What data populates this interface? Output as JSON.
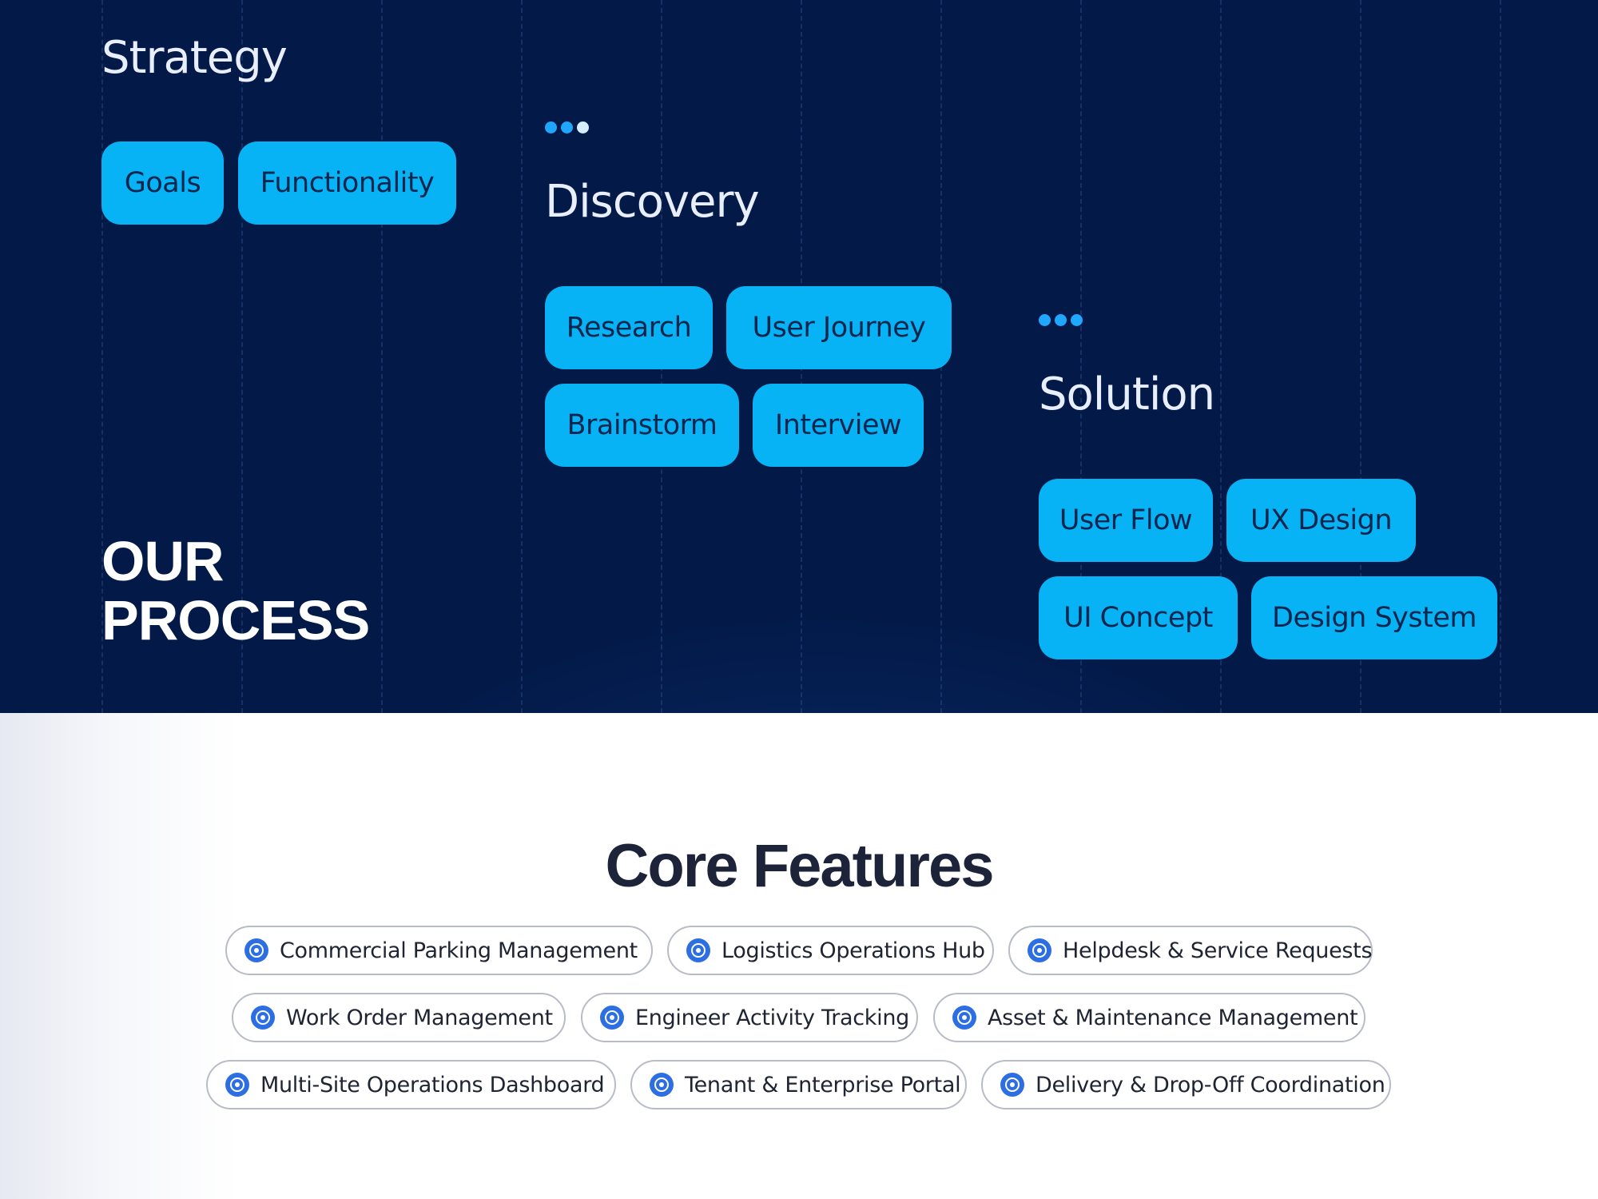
{
  "process": {
    "title_line1": "OUR",
    "title_line2": "PROCESS",
    "stages": [
      {
        "name": "Strategy",
        "chips": [
          "Goals",
          "Functionality"
        ]
      },
      {
        "name": "Discovery",
        "chips": [
          "Research",
          "User Journey",
          "Brainstorm",
          "Interview"
        ]
      },
      {
        "name": "Solution",
        "chips": [
          "User Flow",
          "UX Design",
          "UI Concept",
          "Design System"
        ]
      }
    ]
  },
  "features": {
    "title": "Core Features",
    "items": [
      "Commercial Parking Management",
      "Logistics Operations Hub",
      "Helpdesk & Service Requests",
      "Work Order Management",
      "Engineer Activity Tracking",
      "Asset & Maintenance Management",
      "Multi-Site Operations Dashboard",
      "Tenant & Enterprise Portal",
      "Delivery & Drop-Off Coordination"
    ]
  },
  "colors": {
    "background_dark": "#031a48",
    "chip": "#07b2f5",
    "chip_text": "#07264d",
    "feature_icon": "#2d6fe3",
    "title_dark": "#1d2338"
  }
}
